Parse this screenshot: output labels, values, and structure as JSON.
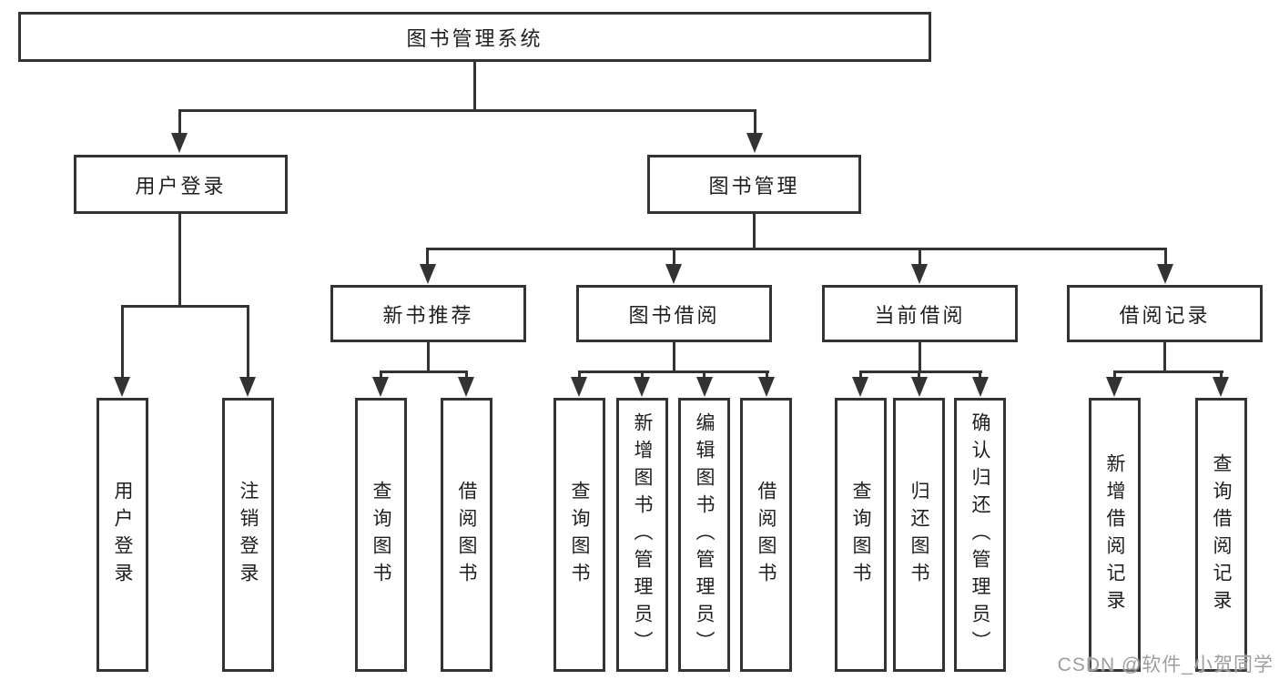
{
  "diagram": {
    "root": {
      "label": "图书管理系统"
    },
    "level2": [
      {
        "label": "用户登录"
      },
      {
        "label": "图书管理"
      }
    ],
    "level3": [
      {
        "label": "新书推荐"
      },
      {
        "label": "图书借阅"
      },
      {
        "label": "当前借阅"
      },
      {
        "label": "借阅记录"
      }
    ],
    "leaves": [
      {
        "label": "用户登录"
      },
      {
        "label": "注销登录"
      },
      {
        "label": "查询图书"
      },
      {
        "label": "借阅图书"
      },
      {
        "label": "查询图书"
      },
      {
        "label": "新增图书（管理员）"
      },
      {
        "label": "编辑图书（管理员）"
      },
      {
        "label": "借阅图书"
      },
      {
        "label": "查询图书"
      },
      {
        "label": "归还图书"
      },
      {
        "label": "确认归还（管理员）"
      },
      {
        "label": "新增借阅记录"
      },
      {
        "label": "查询借阅记录"
      }
    ],
    "colors": {
      "line": "#333333",
      "box_border": "#333333",
      "box_fill": "#ffffff",
      "text": "#1f1f1f",
      "watermark": "#9e9e9e"
    }
  },
  "watermark": {
    "text": "CSDN @软件_小贺同学"
  }
}
